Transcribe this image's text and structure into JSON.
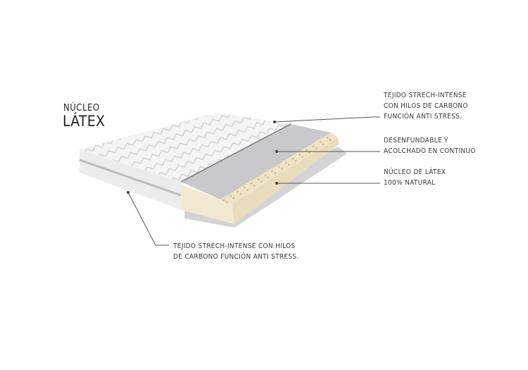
{
  "title": {
    "line1": "NÚCLEO",
    "line2": "LÁTEX"
  },
  "callouts": [
    {
      "lines": [
        "TEJIDO STRECH-INTENSE",
        "CON HILOS DE CARBONO",
        "FUNCIÓN ANTI STRESS."
      ]
    },
    {
      "lines": [
        "DESENFUNDABLE Y",
        "ACOLCHADO EN CONTINUO"
      ]
    },
    {
      "lines": [
        "NÚCLEO DE LÁTEX",
        "100% NATURAL"
      ]
    },
    {
      "lines": [
        "TEJIDO STRECH-INTENSE CON HILOS",
        "DE CARBONO FUNCIÓN ANTI STRESS."
      ]
    }
  ],
  "colors": {
    "latex": "#f3e9d2",
    "cover": "#f2f2f2",
    "grey_layer": "#c9c9cb",
    "leader": "#555555"
  }
}
